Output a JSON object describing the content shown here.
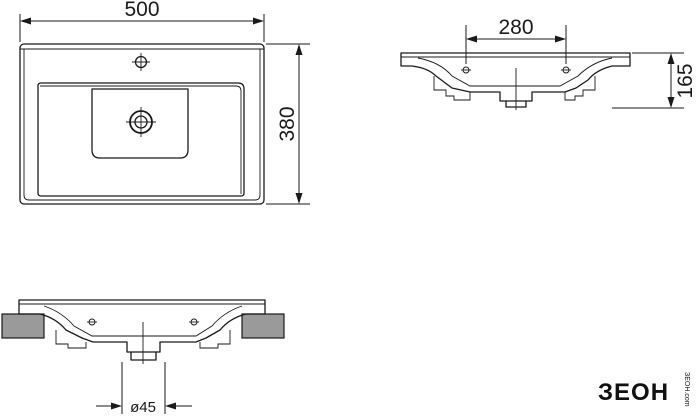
{
  "dimensions": {
    "width": "500",
    "depth": "380",
    "depth_bowl": "280",
    "height": "165",
    "drain": "ø45"
  },
  "brand": {
    "logo_text": "ЗЕОН",
    "logo_sub": "ЗЕОН.com"
  }
}
